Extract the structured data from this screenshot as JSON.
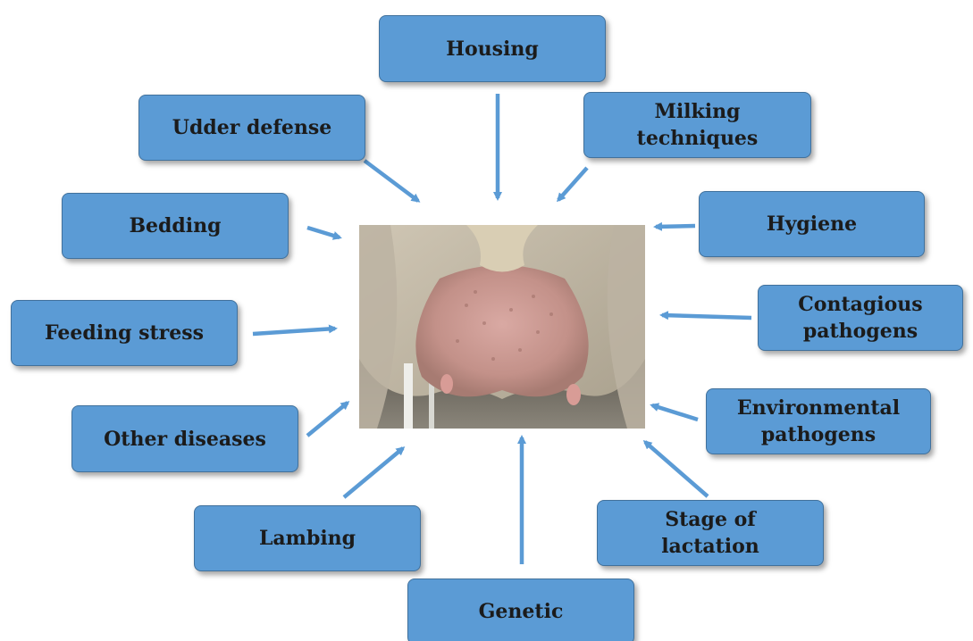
{
  "center_image": {
    "description_icon": "sheep-udder-photo"
  },
  "factors": {
    "housing": "Housing",
    "udder_defense": "Udder defense",
    "milking_techniques": "Milking techniques",
    "bedding": "Bedding",
    "hygiene": "Hygiene",
    "feeding_stress": "Feeding stress",
    "contagious_pathogens": "Contagious pathogens",
    "other_diseases": "Other diseases",
    "environmental_pathogens": "Environmental pathogens",
    "lambing": "Lambing",
    "stage_of_lactation": "Stage of lactation",
    "genetic": "Genetic"
  },
  "colors": {
    "box_fill": "#5b9bd5",
    "box_border": "#41719c",
    "arrow": "#5b9bd5",
    "text": "#1b1b1b"
  }
}
